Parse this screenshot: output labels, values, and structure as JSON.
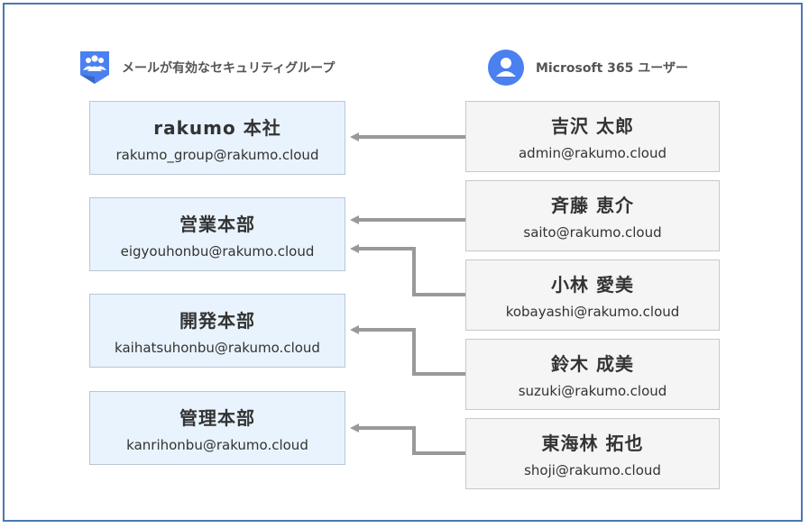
{
  "headers": {
    "groups_label": "メールが有効なセキュリティグループ",
    "users_label": "Microsoft 365 ユーザー"
  },
  "groups": [
    {
      "name": "rakumo 本社",
      "email": "rakumo_group@rakumo.cloud"
    },
    {
      "name": "営業本部",
      "email": "eigyouhonbu@rakumo.cloud"
    },
    {
      "name": "開発本部",
      "email": "kaihatsuhonbu@rakumo.cloud"
    },
    {
      "name": "管理本部",
      "email": "kanrihonbu@rakumo.cloud"
    }
  ],
  "users": [
    {
      "name": "吉沢 太郎",
      "email": "admin@rakumo.cloud"
    },
    {
      "name": "斉藤 恵介",
      "email": "saito@rakumo.cloud"
    },
    {
      "name": "小林 愛美",
      "email": "kobayashi@rakumo.cloud"
    },
    {
      "name": "鈴木 成美",
      "email": "suzuki@rakumo.cloud"
    },
    {
      "name": "東海林 拓也",
      "email": "shoji@rakumo.cloud"
    }
  ],
  "colors": {
    "frame": "#4a78b5",
    "group_fill": "#e8f3fd",
    "user_fill": "#f5f5f5",
    "arrow": "#999999",
    "groups_icon": "#4a80f0",
    "users_icon": "#4a80f0"
  },
  "icons": {
    "groups": "google-groups-icon",
    "users": "user-avatar-icon"
  }
}
